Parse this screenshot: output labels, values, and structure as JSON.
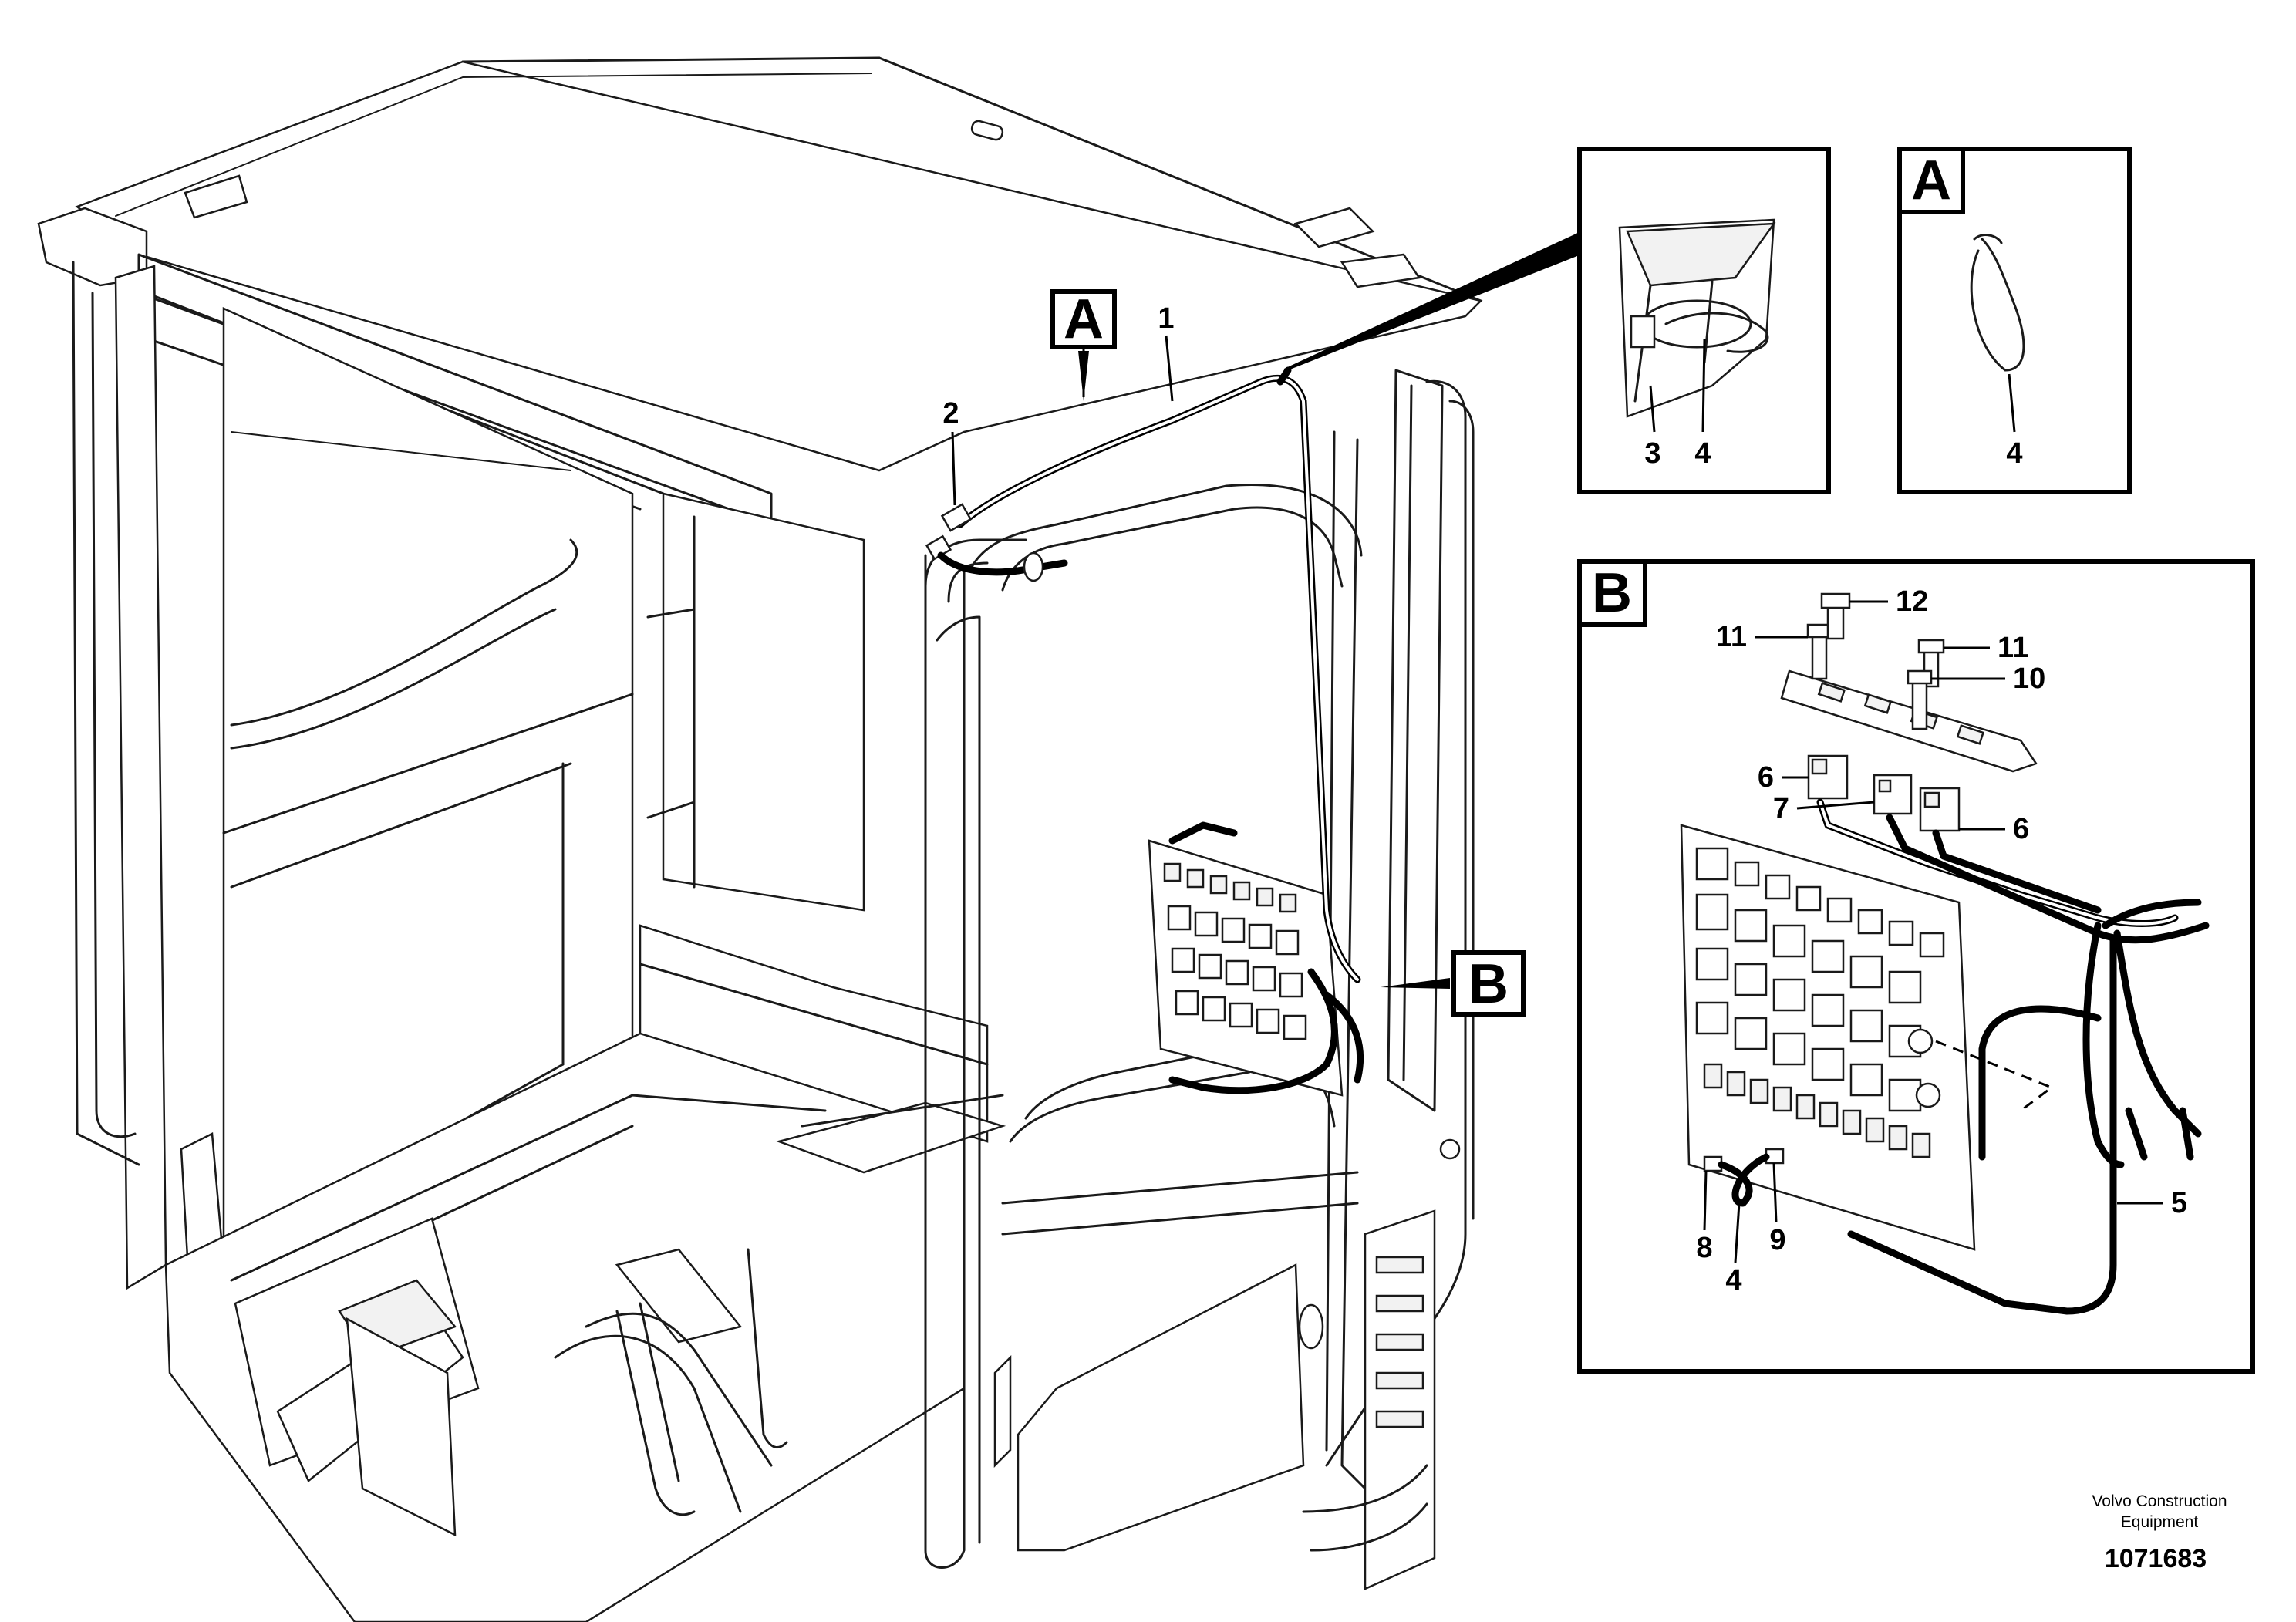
{
  "callouts": {
    "c1": "1",
    "c2": "2",
    "detailA_3": "3",
    "detailA_4": "4",
    "detailA2_4": "4",
    "b_12": "12",
    "b_11_left": "11",
    "b_11_right": "11",
    "b_10": "10",
    "b_6_left": "6",
    "b_7": "7",
    "b_6_right": "6",
    "b_5": "5",
    "b_8": "8",
    "b_9": "9",
    "b_4": "4"
  },
  "view_tags": {
    "a_main": "A",
    "b_main": "B",
    "a_detail": "A",
    "b_detail": "B"
  },
  "credit": {
    "line1": "Volvo Construction",
    "line2": "Equipment",
    "doc_number": "1071683"
  }
}
